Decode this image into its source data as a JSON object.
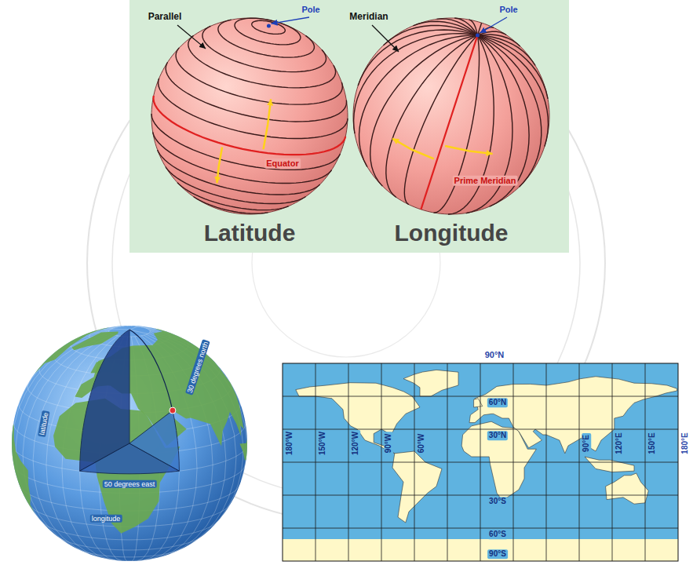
{
  "diagram": {
    "labels": [
      "Parallel",
      "Pole",
      "Equator",
      "Latitude",
      "Meridian",
      "Pole",
      "Prime Meridian",
      "Longitude",
      "30 degrees north",
      "50 degrees east",
      "latitude",
      "longitude",
      "90°N",
      "60°N",
      "30°N",
      "30°S",
      "60°S",
      "90°S",
      "180°W",
      "150°W",
      "120°W",
      "90°W",
      "60°W",
      "90°E",
      "120°E",
      "150°E",
      "180°E"
    ]
  }
}
